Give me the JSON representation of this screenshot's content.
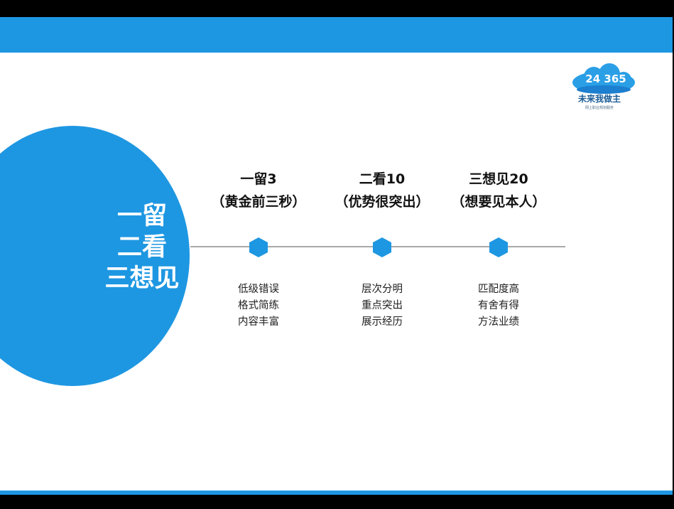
{
  "logo": {
    "number": "24 365",
    "name": "未来我做主",
    "slogan": "网上职业规划服务"
  },
  "main_title": [
    "一留",
    "二看",
    "三想见"
  ],
  "stages": [
    {
      "heading": "一留3",
      "subheading": "（黄金前三秒）",
      "items": [
        "低级错误",
        "格式简练",
        "内容丰富"
      ]
    },
    {
      "heading": "二看10",
      "subheading": "（优势很突出）",
      "items": [
        "层次分明",
        "重点突出",
        "展示经历"
      ]
    },
    {
      "heading": "三想见20",
      "subheading": "（想要见本人）",
      "items": [
        "匹配度高",
        "有舍有得",
        "方法业绩"
      ]
    }
  ],
  "colors": {
    "accent": "#1e97e2",
    "line": "#a8a8a8",
    "text": "#111111"
  },
  "icons": {
    "timeline_node": "hexagon-icon",
    "logo_shape": "cloud-icon"
  }
}
